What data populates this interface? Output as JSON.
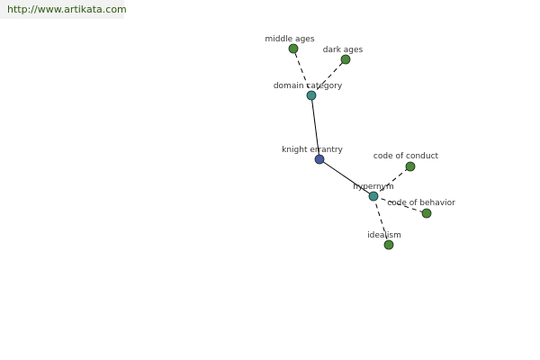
{
  "header": {
    "url": "http://www.artikata.com"
  },
  "colors": {
    "center_node": "#4b5aa6",
    "relation_node": "#3d8f8c",
    "leaf_node": "#4a8a3a",
    "node_stroke": "#1e2a1a",
    "edge": "#000000",
    "url_text": "#2f5a12"
  },
  "graph": {
    "nodes": [
      {
        "id": "knight",
        "label": "knight errantry",
        "kind": "center"
      },
      {
        "id": "domain",
        "label": "domain category",
        "kind": "relation"
      },
      {
        "id": "hypernym",
        "label": "hypernym",
        "kind": "relation"
      },
      {
        "id": "middle",
        "label": "middle ages",
        "kind": "leaf"
      },
      {
        "id": "dark",
        "label": "dark ages",
        "kind": "leaf"
      },
      {
        "id": "conduct",
        "label": "code of conduct",
        "kind": "leaf"
      },
      {
        "id": "behavior",
        "label": "code of behavior",
        "kind": "leaf"
      },
      {
        "id": "idealism",
        "label": "idealism",
        "kind": "leaf"
      }
    ],
    "edges": [
      {
        "from": "knight",
        "to": "domain",
        "style": "solid"
      },
      {
        "from": "knight",
        "to": "hypernym",
        "style": "solid"
      },
      {
        "from": "domain",
        "to": "middle",
        "style": "dashed"
      },
      {
        "from": "domain",
        "to": "dark",
        "style": "dashed"
      },
      {
        "from": "hypernym",
        "to": "conduct",
        "style": "dashed"
      },
      {
        "from": "hypernym",
        "to": "behavior",
        "style": "dashed"
      },
      {
        "from": "hypernym",
        "to": "idealism",
        "style": "dashed"
      }
    ]
  }
}
